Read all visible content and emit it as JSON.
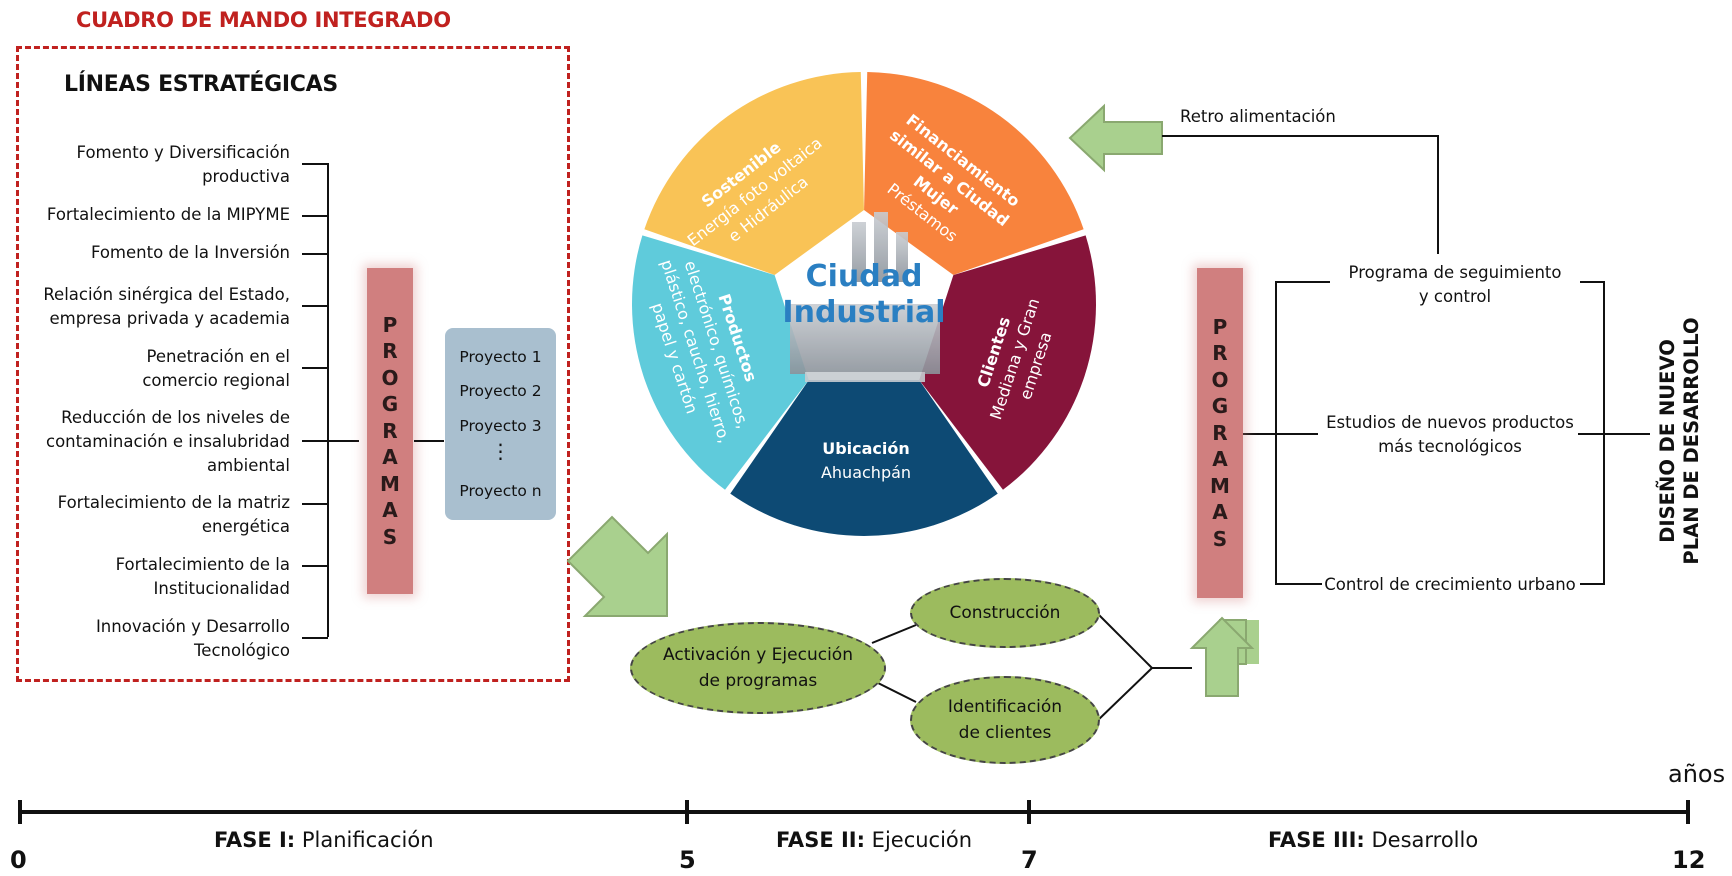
{
  "cmi": {
    "title": "CUADRO DE MANDO INTEGRADO",
    "lines_title": "LÍNEAS ESTRATÉGICAS",
    "lines": [
      [
        "Fomento y Diversificación",
        "productiva"
      ],
      [
        "Fortalecimiento de la MIPYME"
      ],
      [
        "Fomento de la Inversión"
      ],
      [
        "Relación sinérgica del Estado,",
        "empresa privada y academia"
      ],
      [
        "Penetración en el",
        "comercio regional"
      ],
      [
        "Reducción de los niveles de",
        "contaminación e insalubridad",
        "ambiental"
      ],
      [
        "Fortalecimiento de la matriz",
        "energética"
      ],
      [
        "Fortalecimiento de la",
        "Institucionalidad"
      ],
      [
        "Innovación y Desarrollo",
        "Tecnológico"
      ]
    ]
  },
  "programs_label": "PROGRAMAS",
  "projects": {
    "items": [
      "Proyecto 1",
      "Proyecto 2",
      "Proyecto 3",
      "⋮",
      "Proyecto n"
    ]
  },
  "wheel": {
    "center_line1": "Ciudad",
    "center_line2": "Industrial",
    "segments": {
      "sostenible": [
        "Sostenible",
        "Energía foto voltaica",
        "e Hidráulica"
      ],
      "financiamiento": [
        "Financiamiento",
        "similar a Ciudad",
        "Mujer",
        "Préstamos"
      ],
      "clientes": [
        "Clientes",
        "Mediana y Gran",
        "empresa"
      ],
      "ubicacion": [
        "Ubicación",
        "Ahuachpán"
      ],
      "productos": [
        "Productos",
        "electrónico, químicos,",
        "plástico, caucho, hierro,",
        "papel y cartón"
      ]
    },
    "colors": {
      "sostenible": "#f9c356",
      "financiamiento": "#f8833d",
      "clientes": "#86143a",
      "ubicacion": "#0d4a74",
      "productos": "#5fcbdb"
    }
  },
  "feedback_label": "Retro alimentación",
  "right_programs": [
    [
      "Programa de seguimiento",
      "y control"
    ],
    [
      "Estudios de nuevos productos",
      "más tecnológicos"
    ],
    [
      "Control de crecimiento urbano"
    ]
  ],
  "vertical_title": [
    "DISEÑO DE  NUEVO",
    "PLAN DE DESARROLLO"
  ],
  "phase2": {
    "activation": [
      "Activación y Ejecución",
      "de programas"
    ],
    "construction": "Construcción",
    "identification": [
      "Identificación",
      "de clientes"
    ]
  },
  "timeline": {
    "unit": "años",
    "ticks": [
      "0",
      "5",
      "7",
      "12"
    ],
    "phases": [
      {
        "bold": "FASE I:",
        "text": " Planificación"
      },
      {
        "bold": "FASE II:",
        "text": " Ejecución"
      },
      {
        "bold": "FASE III:",
        "text": " Desarrollo"
      }
    ]
  }
}
